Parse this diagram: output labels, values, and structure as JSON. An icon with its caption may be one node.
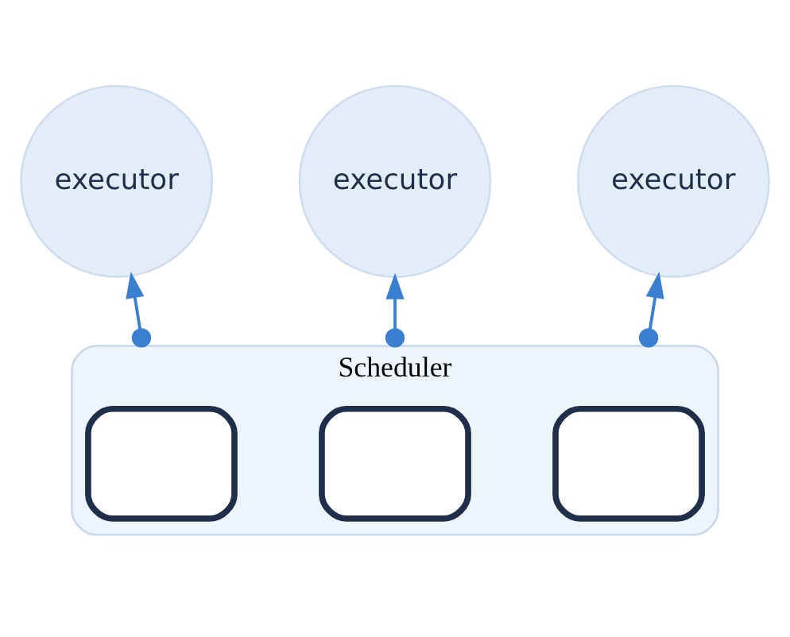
{
  "diagram": {
    "nodes": [
      {
        "text": [
          "executor"
        ]
      },
      {
        "text": [
          "executor"
        ]
      },
      {
        "text": [
          "executor"
        ]
      },
      {
        "text": [
          "Scheduler"
        ]
      },
      {
        "text": [],
        "shape": "monitor",
        "in": 3
      },
      {
        "text": [],
        "shape": "monitor",
        "in": 3
      },
      {
        "text": [],
        "shape": "monitor",
        "in": 3
      }
    ],
    "edges": [
      {
        "from": 3,
        "to": 0,
        "arrow": "to"
      },
      {
        "from": 3,
        "to": 1,
        "arrow": "to"
      },
      {
        "from": 3,
        "to": 2,
        "arrow": "to"
      }
    ]
  }
}
